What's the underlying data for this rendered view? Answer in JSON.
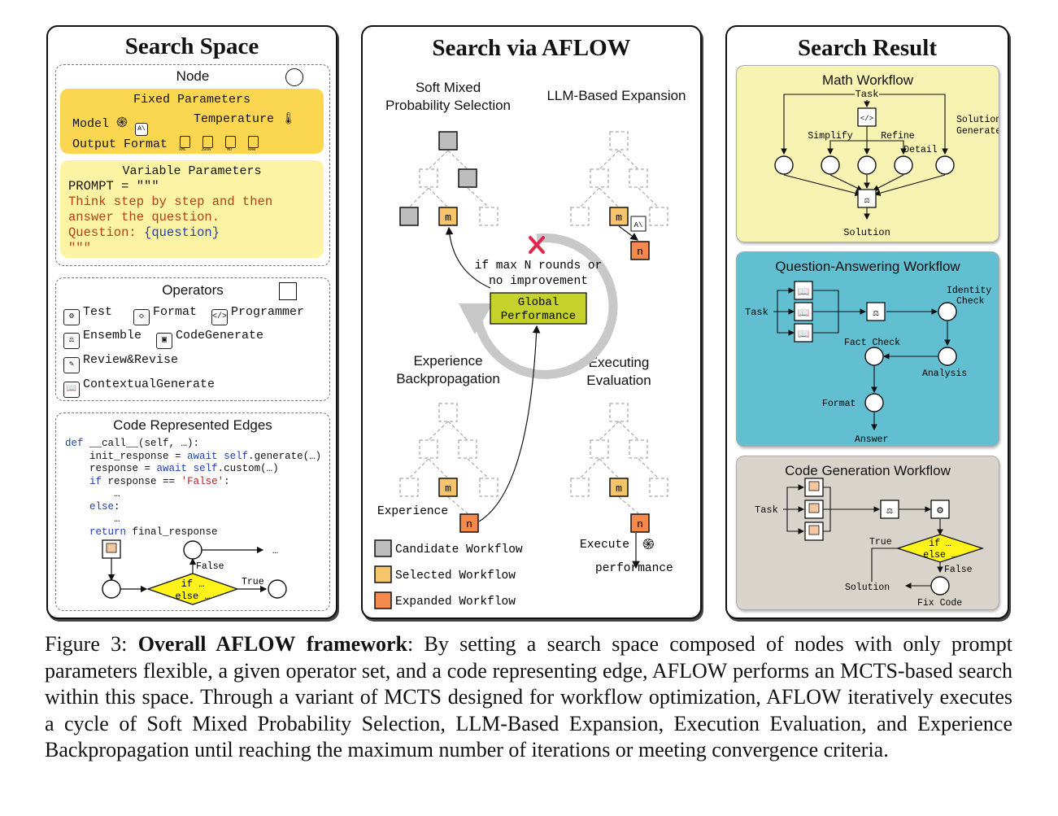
{
  "panels": {
    "search_space": {
      "title": "Search Space",
      "node": {
        "title": "Node",
        "fixed": {
          "title": "Fixed Parameters",
          "model_label": "Model",
          "temperature_label": "Temperature",
          "output_format_label": "Output Format",
          "formats": [
            "XML",
            "JSON",
            "MD",
            "RAW"
          ]
        },
        "variable": {
          "title": "Variable Parameters",
          "prompt_line": "PROMPT = \"\"\"",
          "line1": "Think step by step and then",
          "line2": "answer the question.",
          "line3_prefix": "Question: ",
          "line3_var": "{question}",
          "close": "\"\"\""
        }
      },
      "operators": {
        "title": "Operators",
        "items": [
          "Test",
          "Format",
          "Programmer",
          "Ensemble",
          "CodeGenerate",
          "Review&Revise",
          "ContextualGenerate"
        ]
      },
      "edges": {
        "title": "Code Represented Edges",
        "l1_kw": "def",
        "l1_rest": " __call__(self, …):",
        "l2a": "    init_response = ",
        "l2_kw": "await",
        "l2b": " ",
        "l2_self": "self",
        "l2c": ".generate(…)",
        "l3a": "    response = ",
        "l3_kw": "await",
        "l3b": " ",
        "l3_self": "self",
        "l3c": ".custom(…)",
        "l4a": "    ",
        "l4_kw": "if",
        "l4b": " response == ",
        "l4_str": "'False'",
        "l4c": ":",
        "l5": "        …",
        "l6a": "    ",
        "l6_kw": "else",
        "l6b": ":",
        "l7": "        …",
        "l8a": "    ",
        "l8_kw": "return",
        "l8b": " final_response",
        "flow_false": "False",
        "flow_true": "True",
        "flow_if": "if …",
        "flow_else": "else …",
        "flow_dots": "…"
      }
    },
    "search_via": {
      "title": "Search via AFLOW",
      "selection": "Soft Mixed\nProbability Selection",
      "expansion": "LLM-Based Expansion",
      "backprop": "Experience\nBackpropagation",
      "evaluation": "Executing\nEvaluation",
      "condition": "if max N rounds or\nno improvement",
      "global": "Global\nPerformance",
      "experience_label": "Experience",
      "execute_label": "Execute",
      "performance_label": "performance",
      "node_m": "m",
      "node_n": "n",
      "legend": [
        "Candidate Workflow",
        "Selected Workflow",
        "Expanded Workflow"
      ]
    },
    "search_result": {
      "title": "Search Result",
      "math": {
        "title": "Math Workflow",
        "task": "Task",
        "simplify": "Simplify",
        "refine": "Refine",
        "detail": "Detail",
        "solution_generate": "Solution\nGenerate",
        "solution": "Solution"
      },
      "qa": {
        "title": "Question-Answering Workflow",
        "task": "Task",
        "identity_check": "Identity\nCheck",
        "fact_check": "Fact Check",
        "analysis": "Analysis",
        "format": "Format",
        "answer": "Answer"
      },
      "code": {
        "title": "Code Generation Workflow",
        "task": "Task",
        "true_label": "True",
        "false_label": "False",
        "if_label": "if …",
        "else_label": "else …",
        "solution": "Solution",
        "fix_code": "Fix Code"
      }
    }
  },
  "caption": {
    "prefix": "Figure 3: ",
    "bold_a": "Overall AF",
    "bold_sc": "LOW",
    "bold_b": " framework",
    "text1": ": By setting a search space composed of nodes with only prompt parameters flexible, a given operator set, and a code representing edge, AF",
    "sc1": "LOW",
    "text2": " performs an MCTS-based search within this space. Through a variant of MCTS designed for workflow optimization, AF",
    "sc2": "LOW",
    "text3": " iteratively executes a cycle of Soft Mixed Probability Selection, LLM-Based Expansion, Execution Evaluation, and Experience Backpropagation until reaching the maximum number of iterations or meeting convergence criteria."
  },
  "colors": {
    "fixed_bg": "#fbd650",
    "variable_bg": "#fdf3a5",
    "math_bg": "#f7f3b3",
    "qa_bg": "#62bfd2",
    "code_bg": "#d8d3cb",
    "candidate": "#bdbdbd",
    "selected": "#f6c56b",
    "expanded": "#f58a4f",
    "global": "#c5d22b",
    "diamond": "#fff31a"
  }
}
